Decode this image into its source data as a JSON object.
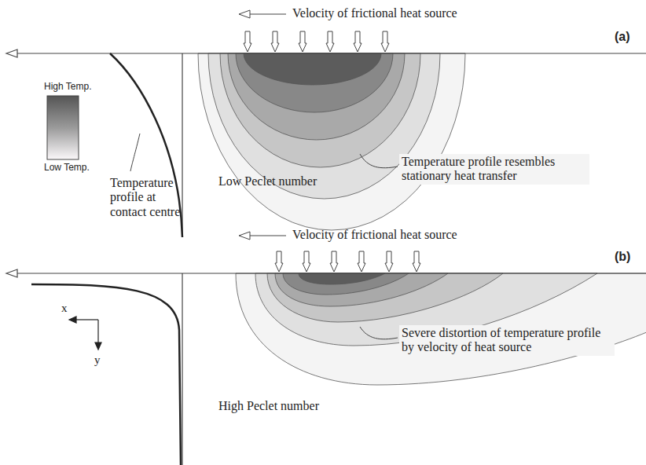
{
  "diagram": {
    "labels": [
      "Velocity of frictional heat source",
      "(a)",
      "High Temp.",
      "Low Temp.",
      "Temperature profile at contact centre",
      "Low Peclet number",
      "Temperature profile resembles stationary heat transfer",
      "Velocity of frictional heat source",
      "(b)",
      "Severe distortion of temperature profile by velocity of heat source",
      "x",
      "y",
      "High Peclet number"
    ]
  }
}
